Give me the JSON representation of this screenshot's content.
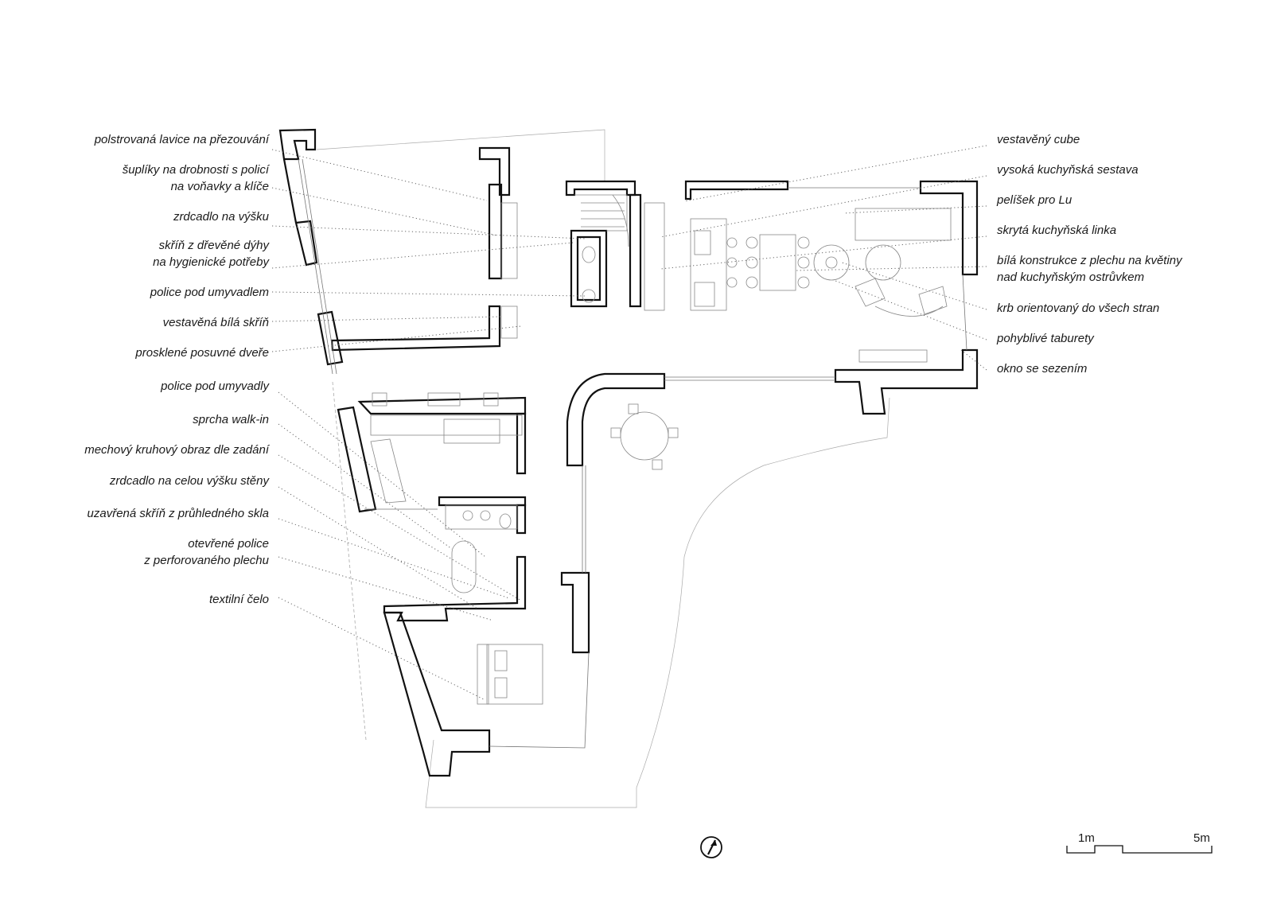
{
  "labels_left": [
    {
      "id": "bench",
      "lines": [
        "polstrovaná lavice na přezouvání"
      ]
    },
    {
      "id": "drawers",
      "lines": [
        "šuplíky na drobnosti s policí",
        "na voňavky a klíče"
      ]
    },
    {
      "id": "mirror-tall",
      "lines": [
        "zrdcadlo na výšku"
      ]
    },
    {
      "id": "veneer-cabinet",
      "lines": [
        "skříň z dřevěné dýhy",
        "na hygienické potřeby"
      ]
    },
    {
      "id": "shelf-sink",
      "lines": [
        "police pod umyvadlem"
      ]
    },
    {
      "id": "white-wardrobe",
      "lines": [
        "vestavěná bílá skříň"
      ]
    },
    {
      "id": "glass-doors",
      "lines": [
        "prosklené posuvné dveře"
      ]
    },
    {
      "id": "shelf-sinks",
      "lines": [
        "police pod umyvadly"
      ]
    },
    {
      "id": "walkin-shower",
      "lines": [
        "sprcha walk-in"
      ]
    },
    {
      "id": "moss-picture",
      "lines": [
        "mechový kruhový obraz dle zadání"
      ]
    },
    {
      "id": "mirror-full",
      "lines": [
        "zrdcadlo na celou výšku stěny"
      ]
    },
    {
      "id": "glass-cabinet",
      "lines": [
        "uzavřená skříň z průhledného skla"
      ]
    },
    {
      "id": "open-shelves",
      "lines": [
        "otevřené police",
        "z perforovaného plechu"
      ]
    },
    {
      "id": "textile-headboard",
      "lines": [
        "textilní čelo"
      ]
    }
  ],
  "labels_right": [
    {
      "id": "cube",
      "lines": [
        "vestavěný cube"
      ]
    },
    {
      "id": "tall-kitchen",
      "lines": [
        "vysoká kuchyňská sestava"
      ]
    },
    {
      "id": "dog-bed",
      "lines": [
        "pelíšek pro Lu"
      ]
    },
    {
      "id": "hidden-kitchen",
      "lines": [
        "skrytá kuchyňská linka"
      ]
    },
    {
      "id": "plant-structure",
      "lines": [
        "bílá konstrukce z plechu na květiny",
        "nad kuchyňským ostrůvkem"
      ]
    },
    {
      "id": "fireplace",
      "lines": [
        "krb orientovaný do všech stran"
      ]
    },
    {
      "id": "stools",
      "lines": [
        "pohyblivé taburety"
      ]
    },
    {
      "id": "window-seat",
      "lines": [
        "okno se sezením"
      ]
    }
  ],
  "scale": {
    "label_1": "1m",
    "label_2": "5m"
  },
  "north_icon": "north-arrow-icon"
}
